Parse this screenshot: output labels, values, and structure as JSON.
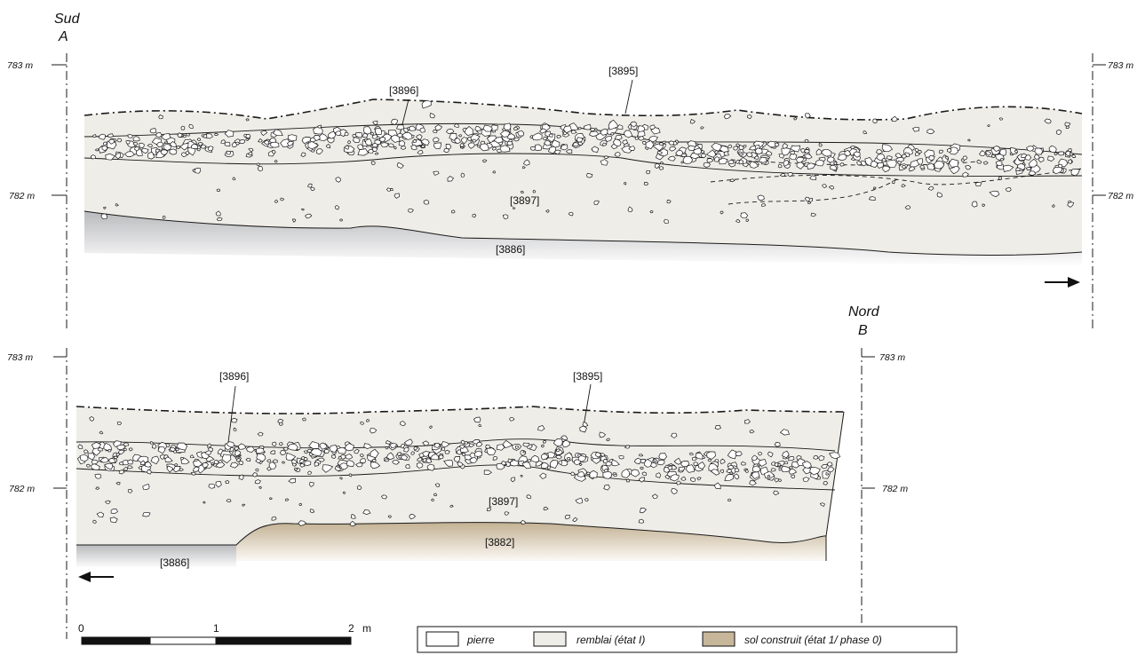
{
  "section_top": {
    "orientation_title": "Sud",
    "point_label": "A",
    "elev_upper": "783 m",
    "elev_lower": "782 m",
    "units": [
      "[3896]",
      "[3895]",
      "[3897]",
      "[3886]"
    ]
  },
  "section_bottom": {
    "orientation_title": "Nord",
    "point_label": "B",
    "elev_upper": "783 m",
    "elev_lower": "782 m",
    "units": [
      "[3896]",
      "[3895]",
      "[3897]",
      "[3882]",
      "[3886]"
    ]
  },
  "scale_bar": {
    "ticks": [
      "0",
      "1",
      "2"
    ],
    "unit": "m"
  },
  "legend": {
    "items": [
      {
        "label": "pierre",
        "color": "#ffffff"
      },
      {
        "label": "remblai (état I)",
        "color": "#efede7"
      },
      {
        "label": "sol construit (état 1/ phase 0)",
        "color": "#c7b699"
      }
    ]
  },
  "colors": {
    "fill": "#efede7",
    "natural": "#c8c9cc",
    "soil": "#c7b699",
    "line": "#1a1a1a"
  }
}
